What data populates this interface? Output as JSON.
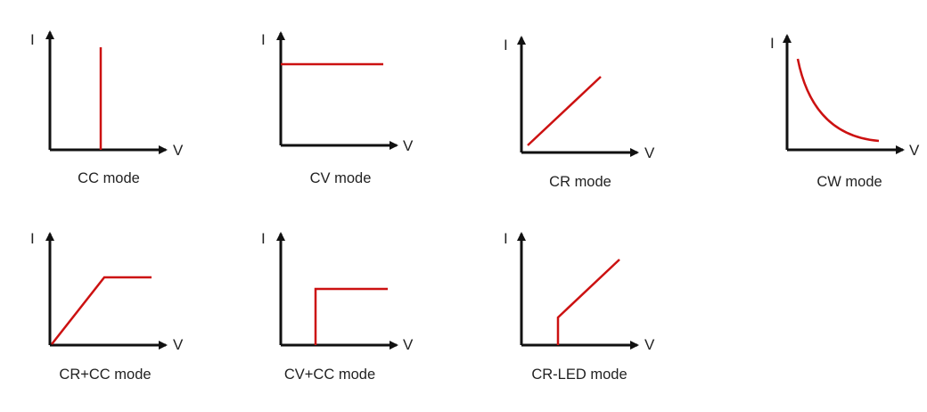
{
  "axis_labels": {
    "y": "I",
    "x": "V"
  },
  "colors": {
    "axis": "#111111",
    "curve": "#cc1111"
  },
  "panels": [
    {
      "id": "cc",
      "caption": "CC mode"
    },
    {
      "id": "cv",
      "caption": "CV mode"
    },
    {
      "id": "cr",
      "caption": "CR mode"
    },
    {
      "id": "cw",
      "caption": "CW mode"
    },
    {
      "id": "crcc",
      "caption": "CR+CC mode"
    },
    {
      "id": "cvcc",
      "caption": "CV+CC mode"
    },
    {
      "id": "crled",
      "caption": "CR-LED mode"
    }
  ]
}
